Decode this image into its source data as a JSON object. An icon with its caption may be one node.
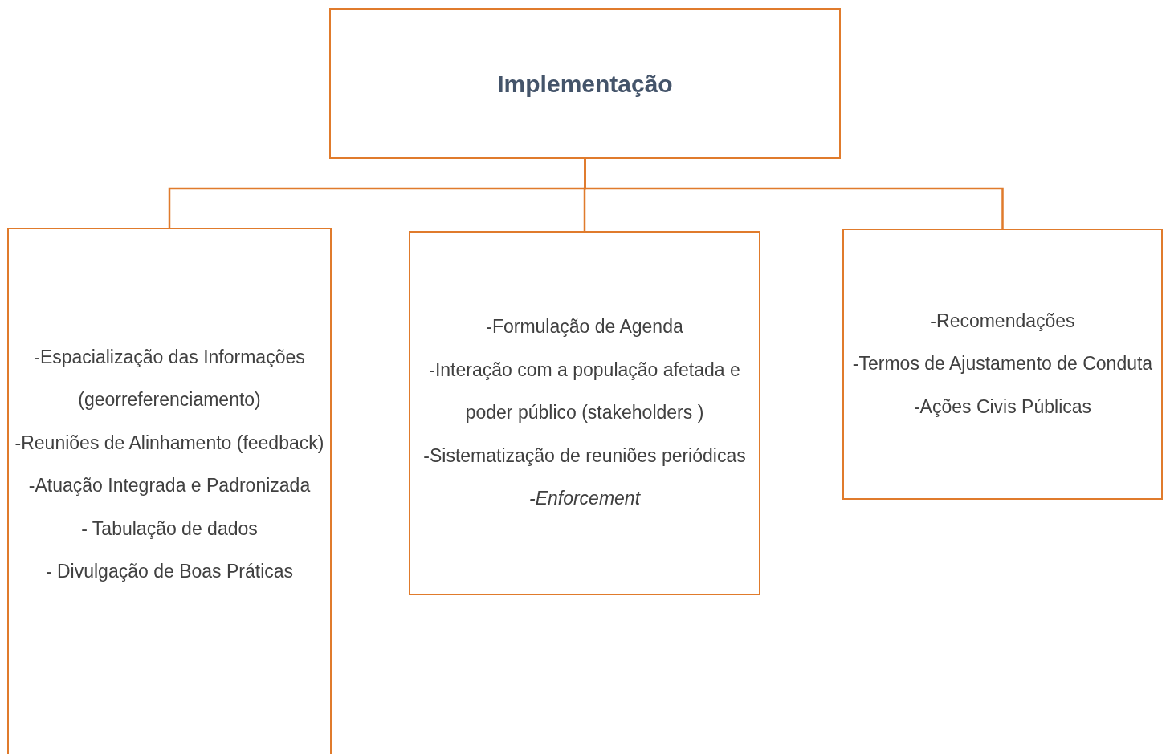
{
  "diagram": {
    "nodes": [
      {
        "text": [
          "Implementação"
        ]
      },
      {
        "text": [
          "-Espacialização das Informações (georreferenciamento)",
          "-Reuniões de Alinhamento (feedback)",
          "-Atuação Integrada e Padronizada",
          "- Tabulação de dados",
          "- Divulgação de Boas Práticas"
        ]
      },
      {
        "text": [
          "-Formulação de Agenda",
          "-Interação com a população afetada e poder público (stakeholders )",
          "-Sistematização de reuniões periódicas",
          "*-Enforcement*"
        ]
      },
      {
        "text": [
          "-Recomendações",
          "-Termos de Ajustamento de Conduta",
          "-Ações Civis Públicas"
        ]
      }
    ],
    "edges": [
      {
        "from": 0,
        "to": 1,
        "arrow": "none"
      },
      {
        "from": 0,
        "to": 2,
        "arrow": "none"
      },
      {
        "from": 0,
        "to": 3,
        "arrow": "none"
      }
    ]
  }
}
